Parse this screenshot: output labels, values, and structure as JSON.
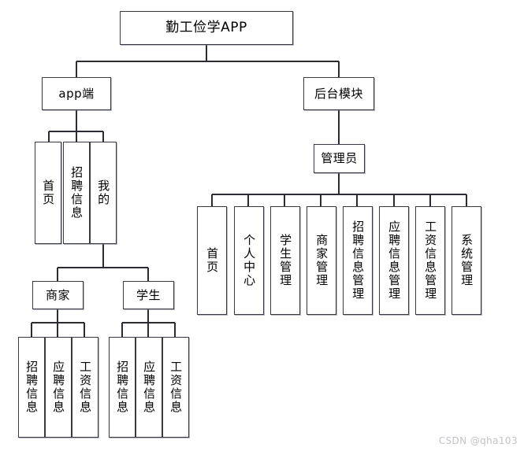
{
  "diagram": {
    "title": "勤工俭学APP",
    "watermark": "CSDN @qha103",
    "colors": {
      "background": "#ffffff",
      "node_fill": "#ffffff",
      "node_border": "#3a3a44",
      "edge": "#2b2b33",
      "watermark": "#c3c3c8"
    },
    "root": {
      "label": "勤工俭学APP"
    },
    "level2": {
      "app": {
        "label": "app端"
      },
      "backend": {
        "label": "后台模块"
      }
    },
    "app_children": [
      {
        "label": "首页"
      },
      {
        "label": "招聘信息"
      },
      {
        "label": "我的"
      }
    ],
    "mine_children": [
      {
        "label": "商家"
      },
      {
        "label": "学生"
      }
    ],
    "merchant_children": [
      {
        "label": "招聘信息"
      },
      {
        "label": "应聘信息"
      },
      {
        "label": "工资信息"
      }
    ],
    "student_children": [
      {
        "label": "招聘信息"
      },
      {
        "label": "应聘信息"
      },
      {
        "label": "工资信息"
      }
    ],
    "admin": {
      "label": "管理员"
    },
    "admin_children": [
      {
        "label": "首页"
      },
      {
        "label": "个人中心"
      },
      {
        "label": "学生管理"
      },
      {
        "label": "商家管理"
      },
      {
        "label": "招聘信息管理"
      },
      {
        "label": "应聘信息管理"
      },
      {
        "label": "工资信息管理"
      },
      {
        "label": "系统管理"
      }
    ]
  }
}
